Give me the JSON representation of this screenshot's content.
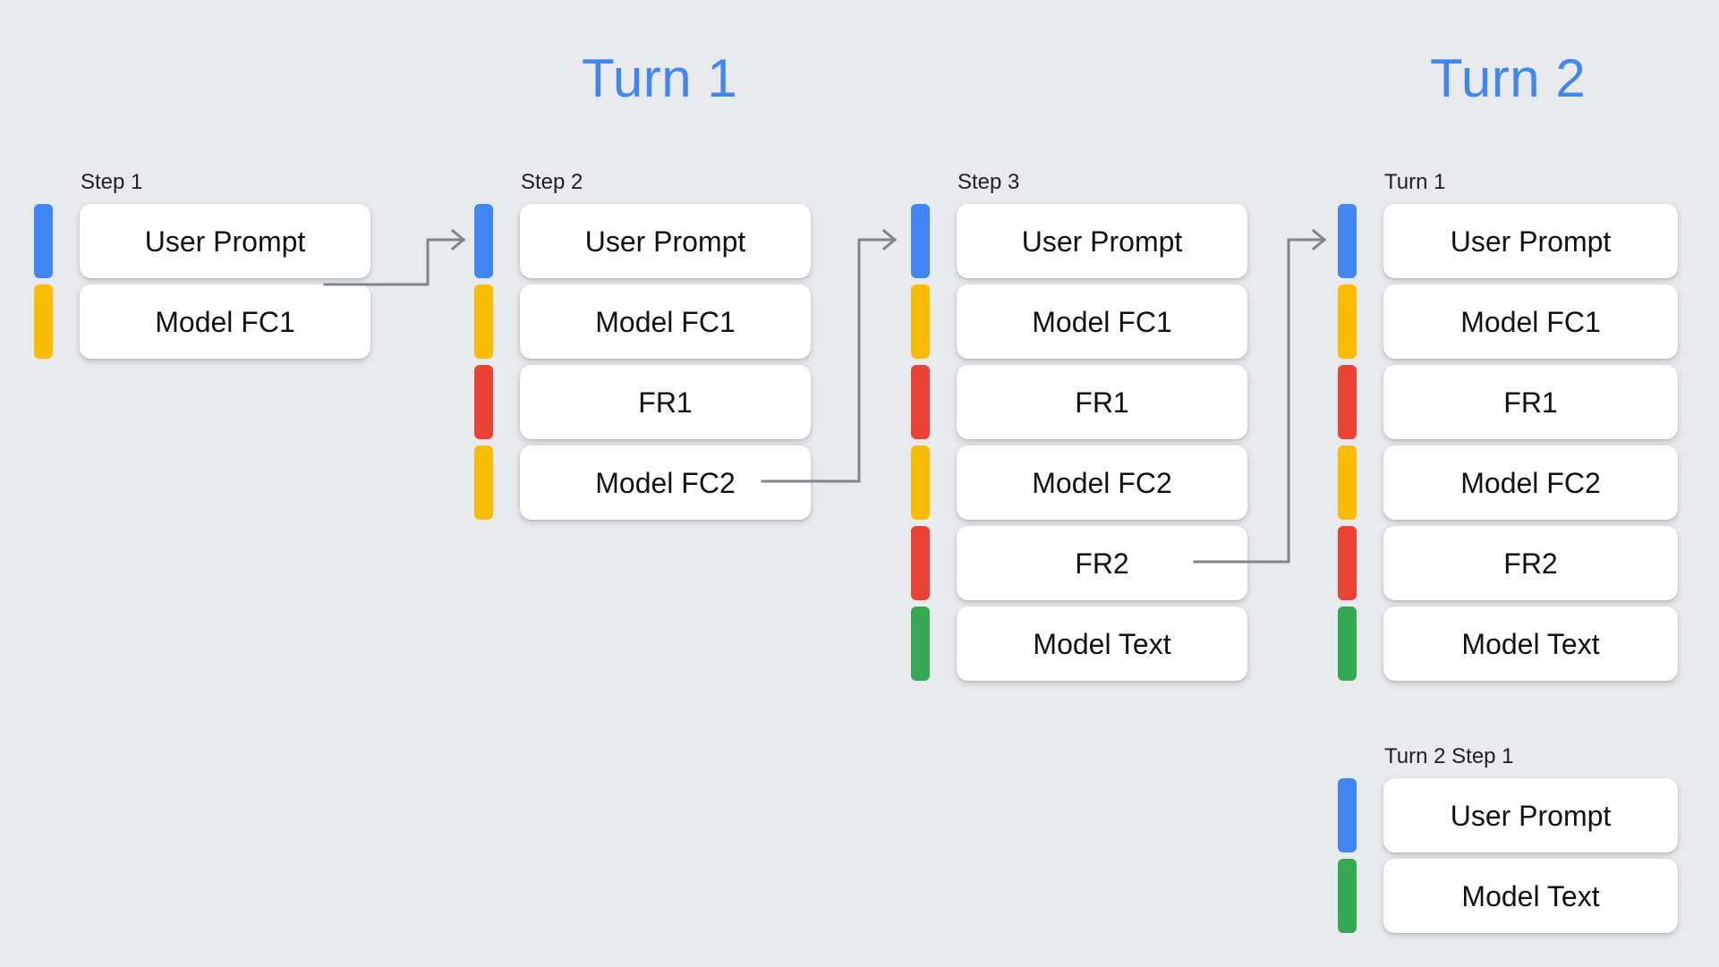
{
  "background_color": "#E8EAED",
  "palette": {
    "blue": "#4285F4",
    "yellow": "#FBBC04",
    "red": "#EA4335",
    "green": "#34A853",
    "connector_gray": "#80868B",
    "card_white": "#FFFFFF"
  },
  "titles": {
    "turn1": "Turn 1",
    "turn2": "Turn 2"
  },
  "columns": {
    "step1": {
      "label": "Step 1",
      "rows": [
        {
          "color": "blue",
          "text": "User Prompt"
        },
        {
          "color": "yellow",
          "text": "Model FC1"
        }
      ]
    },
    "step2": {
      "label": "Step 2",
      "rows": [
        {
          "color": "blue",
          "text": "User Prompt"
        },
        {
          "color": "yellow",
          "text": "Model FC1"
        },
        {
          "color": "red",
          "text": "FR1"
        },
        {
          "color": "yellow",
          "text": "Model FC2"
        }
      ]
    },
    "step3": {
      "label": "Step 3",
      "rows": [
        {
          "color": "blue",
          "text": "User Prompt"
        },
        {
          "color": "yellow",
          "text": "Model FC1"
        },
        {
          "color": "red",
          "text": "FR1"
        },
        {
          "color": "yellow",
          "text": "Model FC2"
        },
        {
          "color": "red",
          "text": "FR2"
        },
        {
          "color": "green",
          "text": "Model Text"
        }
      ]
    },
    "turn2_turn1": {
      "label": "Turn 1",
      "rows": [
        {
          "color": "blue",
          "text": "User Prompt"
        },
        {
          "color": "yellow",
          "text": "Model FC1"
        },
        {
          "color": "red",
          "text": "FR1"
        },
        {
          "color": "yellow",
          "text": "Model FC2"
        },
        {
          "color": "red",
          "text": "FR2"
        },
        {
          "color": "green",
          "text": "Model Text"
        }
      ]
    },
    "turn2_step1": {
      "label": "Turn 2 Step 1",
      "rows": [
        {
          "color": "blue",
          "text": "User Prompt"
        },
        {
          "color": "green",
          "text": "Model Text"
        }
      ]
    }
  },
  "connectors": [
    {
      "name": "step1-to-step2",
      "from": "Model FC1",
      "to": "Step 2"
    },
    {
      "name": "step2-to-step3",
      "from": "Model FC2",
      "to": "Step 3"
    },
    {
      "name": "step3-to-turn2",
      "from": "FR2",
      "to": "Turn 1 (Turn 2 column)"
    }
  ]
}
